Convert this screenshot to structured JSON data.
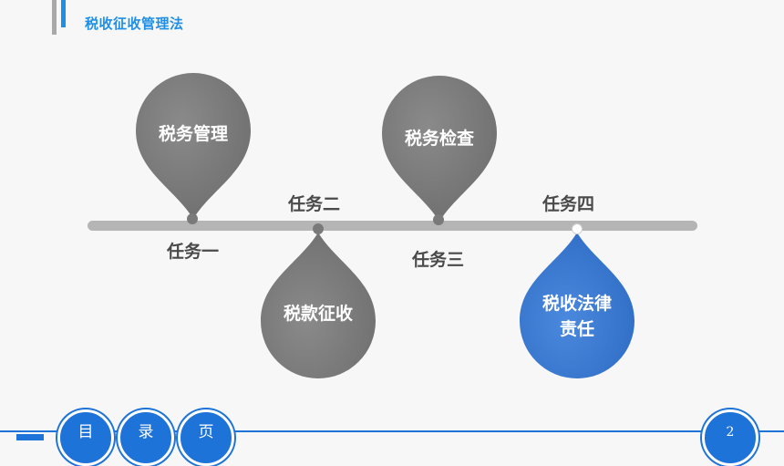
{
  "header": {
    "title": "税收征收管理法"
  },
  "timeline": {
    "pins": [
      {
        "label": "税务管理",
        "color": "#7e7e7e"
      },
      {
        "label": "税款征收",
        "color": "#7e7e7e"
      },
      {
        "label": "税务检查",
        "color": "#7e7e7e"
      },
      {
        "label_line1": "税收法律",
        "label_line2": "责任",
        "color": "#3a78d0"
      }
    ],
    "tasks": [
      "任务一",
      "任务二",
      "任务三",
      "任务四"
    ]
  },
  "footer": {
    "nav": [
      "目",
      "录",
      "页"
    ],
    "page_number": "2",
    "accent": "#1e73d8"
  }
}
